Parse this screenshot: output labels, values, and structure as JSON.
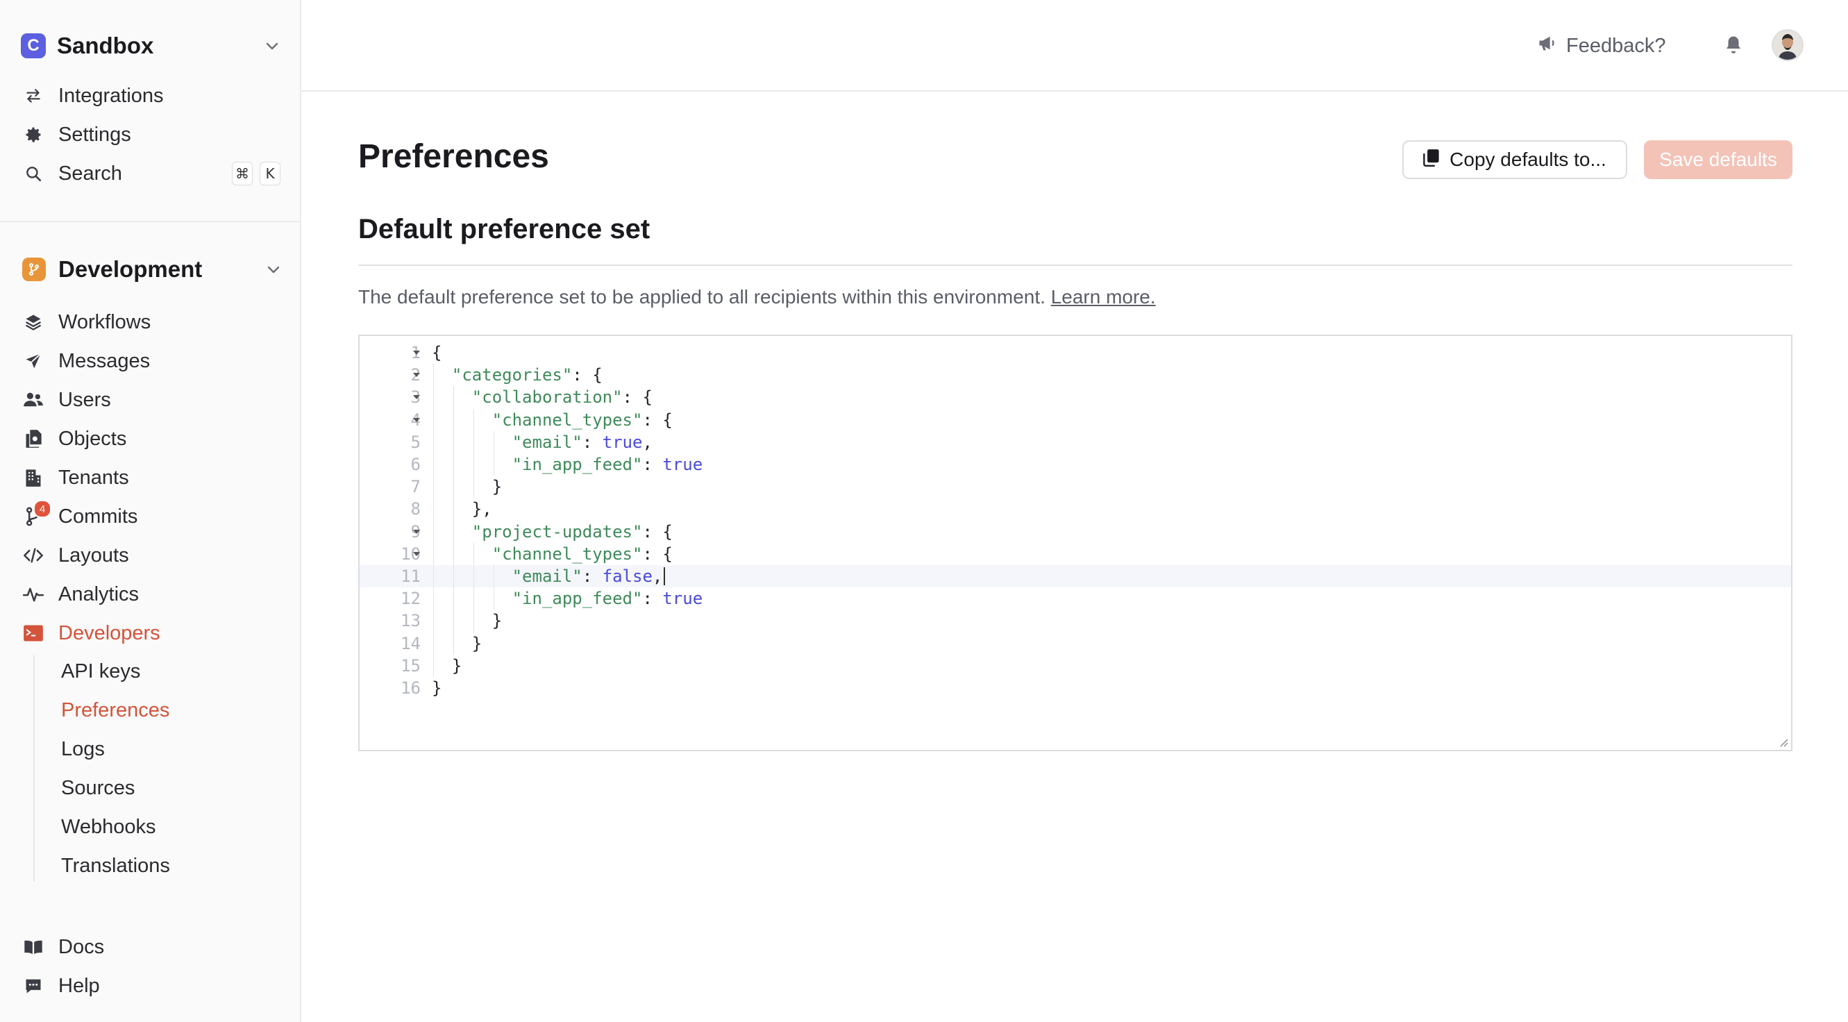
{
  "sidebar": {
    "account": {
      "initial": "C",
      "name": "Sandbox"
    },
    "top_items": [
      {
        "label": "Integrations",
        "icon": "arrows-swap-icon"
      },
      {
        "label": "Settings",
        "icon": "gear-icon"
      },
      {
        "label": "Search",
        "icon": "search-icon",
        "shortcut": [
          "⌘",
          "K"
        ]
      }
    ],
    "environment": {
      "name": "Development"
    },
    "env_items": [
      {
        "label": "Workflows",
        "icon": "layers-icon"
      },
      {
        "label": "Messages",
        "icon": "paper-plane-icon"
      },
      {
        "label": "Users",
        "icon": "users-icon"
      },
      {
        "label": "Objects",
        "icon": "objects-icon"
      },
      {
        "label": "Tenants",
        "icon": "building-icon"
      },
      {
        "label": "Commits",
        "icon": "git-branch-icon",
        "badge": "4"
      },
      {
        "label": "Layouts",
        "icon": "code-brackets-icon"
      },
      {
        "label": "Analytics",
        "icon": "pulse-icon"
      },
      {
        "label": "Developers",
        "icon": "terminal-icon"
      }
    ],
    "developer_subitems": [
      "API keys",
      "Preferences",
      "Logs",
      "Sources",
      "Webhooks",
      "Translations"
    ],
    "bottom_items": [
      {
        "label": "Docs",
        "icon": "book-icon"
      },
      {
        "label": "Help",
        "icon": "chat-icon"
      }
    ]
  },
  "topbar": {
    "feedback_label": "Feedback?"
  },
  "main": {
    "title": "Preferences",
    "copy_button": "Copy defaults to...",
    "save_button": "Save defaults",
    "section_title": "Default preference set",
    "description": "The default preference set to be applied to all recipients within this environment.",
    "learn_more": "Learn more."
  },
  "editor": {
    "lines": [
      "{",
      "  \"categories\": {",
      "    \"collaboration\": {",
      "      \"channel_types\": {",
      "        \"email\": true,",
      "        \"in_app_feed\": true",
      "      }",
      "    },",
      "    \"project-updates\": {",
      "      \"channel_types\": {",
      "        \"email\": false,",
      "        \"in_app_feed\": true",
      "      }",
      "    }",
      "  }",
      "}"
    ],
    "current_line": 11
  },
  "colors": {
    "accent": "#d4533a",
    "save_disabled": "#f3c3b8",
    "account_logo": "#5b5fe0",
    "env_logo": "#e8953a"
  }
}
